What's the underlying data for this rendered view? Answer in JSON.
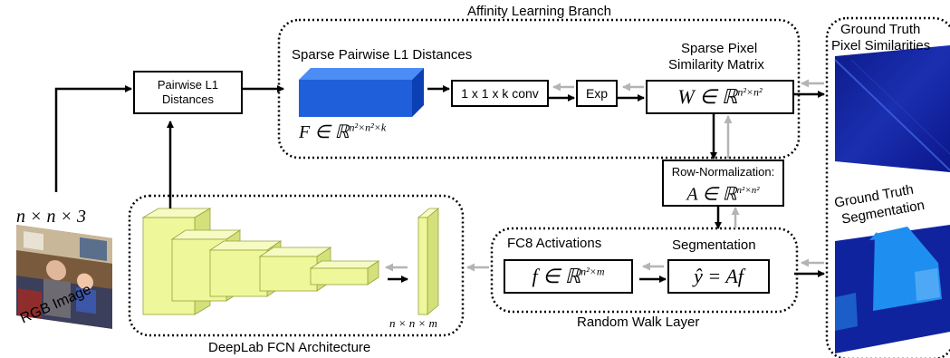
{
  "affinity_branch": {
    "title": "Affinity Learning Branch",
    "sparse_distances_label": "Sparse Pairwise L1 Distances",
    "F_math": "F ∈ ℝ",
    "F_sup": "n²×n²×k",
    "conv_label": "1 x 1 x k conv",
    "exp_label": "Exp",
    "similarity_label_1": "Sparse Pixel",
    "similarity_label_2": "Similarity Matrix",
    "W_math": "W ∈ ℝ",
    "W_sup": "n²×n²"
  },
  "pairwise": {
    "line1": "Pairwise L1",
    "line2": "Distances"
  },
  "input": {
    "dims": "n × n × 3",
    "caption": "RGB Image"
  },
  "deeplab": {
    "title": "DeepLab FCN Architecture",
    "output_dims": "n × n × m"
  },
  "row_norm": {
    "label": "Row-Normalization:",
    "A_math": "A ∈ ℝ",
    "A_sup": "n²×n²"
  },
  "random_walk": {
    "title": "Random Walk Layer",
    "fc8_label": "FC8 Activations",
    "f_math": "f ∈ ℝ",
    "f_sup": "n²×m",
    "seg_label": "Segmentation",
    "y_math": "ŷ = Af"
  },
  "ground_truth": {
    "similarity_label_1": "Ground Truth",
    "similarity_label_2": "Pixel Similarities",
    "segmentation_label_1": "Ground Truth",
    "segmentation_label_2": "Segmentation"
  },
  "colors": {
    "tensor_blue": "#1f5fd9",
    "fcn_green": "#eef79a",
    "backprop_gray": "#b4b4b4",
    "gt_navy": "#10239e"
  }
}
